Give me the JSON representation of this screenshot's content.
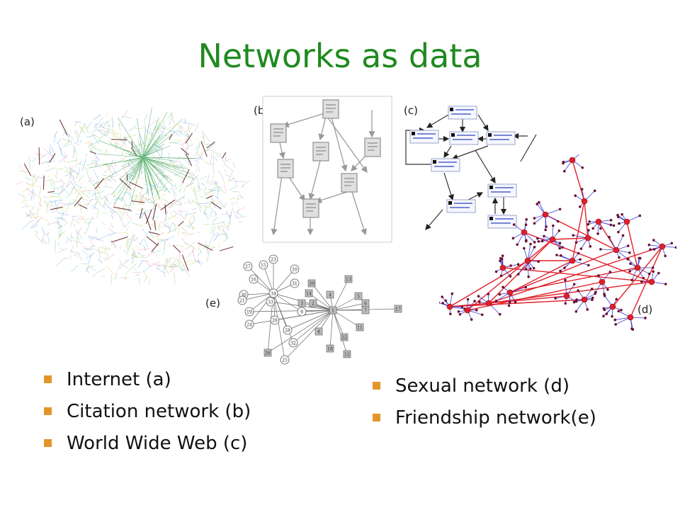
{
  "title": "Networks as data",
  "panel_labels": {
    "a": "(a)",
    "b": "(b)",
    "c": "(c)",
    "d": "(d)",
    "e": "(e)"
  },
  "friendship_node_labels": [
    "27",
    "15",
    "23",
    "10",
    "16",
    "31",
    "30",
    "34",
    "21",
    "33",
    "9",
    "19",
    "29",
    "28",
    "24",
    "32",
    "26",
    "25",
    "20",
    "14",
    "3",
    "4",
    "13",
    "5",
    "6",
    "7",
    "11",
    "8",
    "17",
    "22",
    "18",
    "12",
    "1",
    "2"
  ],
  "bullets_left": [
    "Internet (a)",
    "Citation network (b)",
    "World Wide Web (c)"
  ],
  "bullets_right": [
    "Sexual network (d)",
    "Friendship network(e)"
  ],
  "colors": {
    "title": "#1f8a1f",
    "bullet_marker": "#e2962a",
    "sexual_node": "#e0202a",
    "sexual_edge": "#3b3bd6"
  }
}
